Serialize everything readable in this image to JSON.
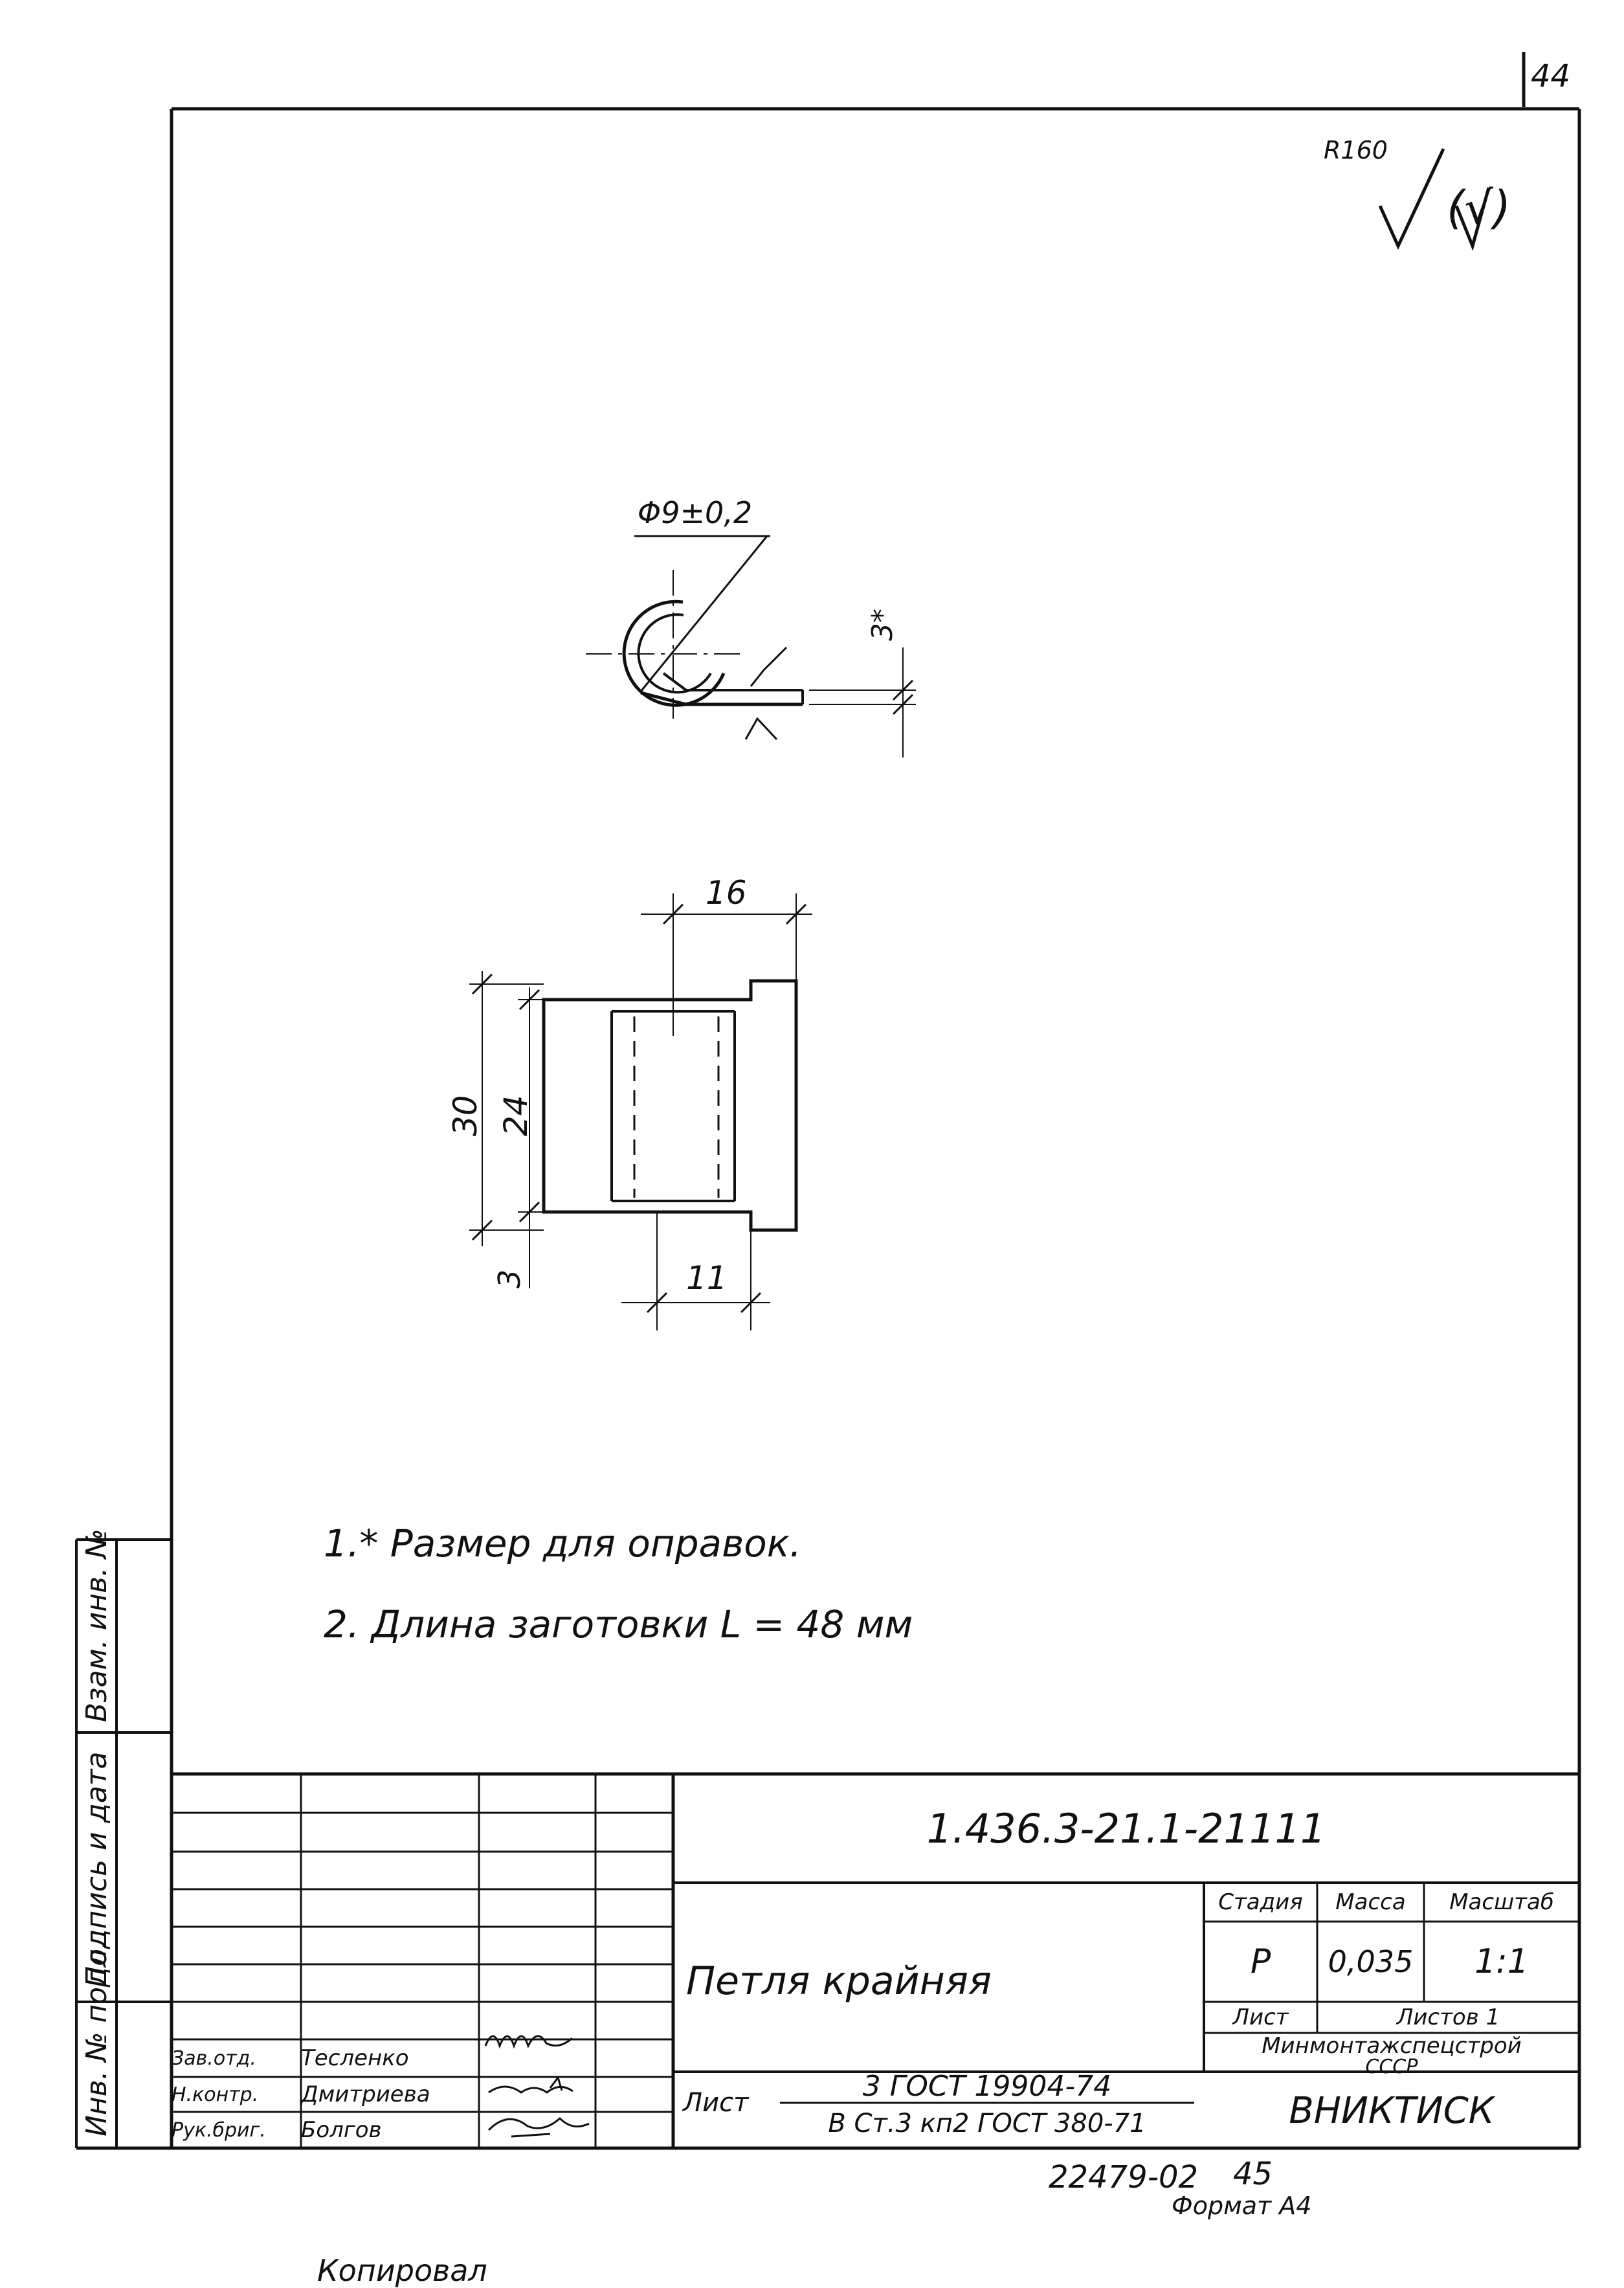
{
  "sheet": {
    "page_number": "44",
    "roughness_mark": "R160",
    "roughness_symbol_paren": "(√)"
  },
  "drawing": {
    "diameter_label": "Φ9±0,2",
    "thickness_label": "3*",
    "dim_width_top": "16",
    "dim_overall_height": "30",
    "dim_inner_height": "24",
    "dim_bottom_gap": "3",
    "dim_width_bottom": "11"
  },
  "notes": [
    "1.* Размер для оправок.",
    "2. Длина заготовки L = 48 мм"
  ],
  "side_strip": {
    "inventory": "Инв. № подл.",
    "signature_date": "Подпись и дата",
    "replacement": "Взам. инв. №"
  },
  "title_block": {
    "document_code": "1.436.3-21.1-21111",
    "part_name": "Петля крайняя",
    "headers": {
      "stage": "Стадия",
      "mass": "Масса",
      "scale": "Масштаб"
    },
    "values": {
      "stage": "Р",
      "mass": "0,035",
      "scale": "1:1"
    },
    "sheet_label": "Лист",
    "sheets_label": "Листов 1",
    "organization_line1": "Минмонтажспецстрой",
    "organization_line2": "СССР",
    "institute": "ВНИКТИСК",
    "material_prefix": "Лист",
    "material_top": "3 ГОСТ 19904-74",
    "material_bottom": "В Ст.3 кп2 ГОСТ 380-71",
    "roles": [
      {
        "role": "Зав.отд.",
        "name": "Тесленко"
      },
      {
        "role": "Н.контр.",
        "name": "Дмитриева"
      },
      {
        "role": "Рук.бриг.",
        "name": "Болгов"
      }
    ]
  },
  "footer": {
    "copied_by": "Копировал",
    "order_number": "22479-02",
    "sheet_index": "45",
    "format": "Формат А4"
  }
}
